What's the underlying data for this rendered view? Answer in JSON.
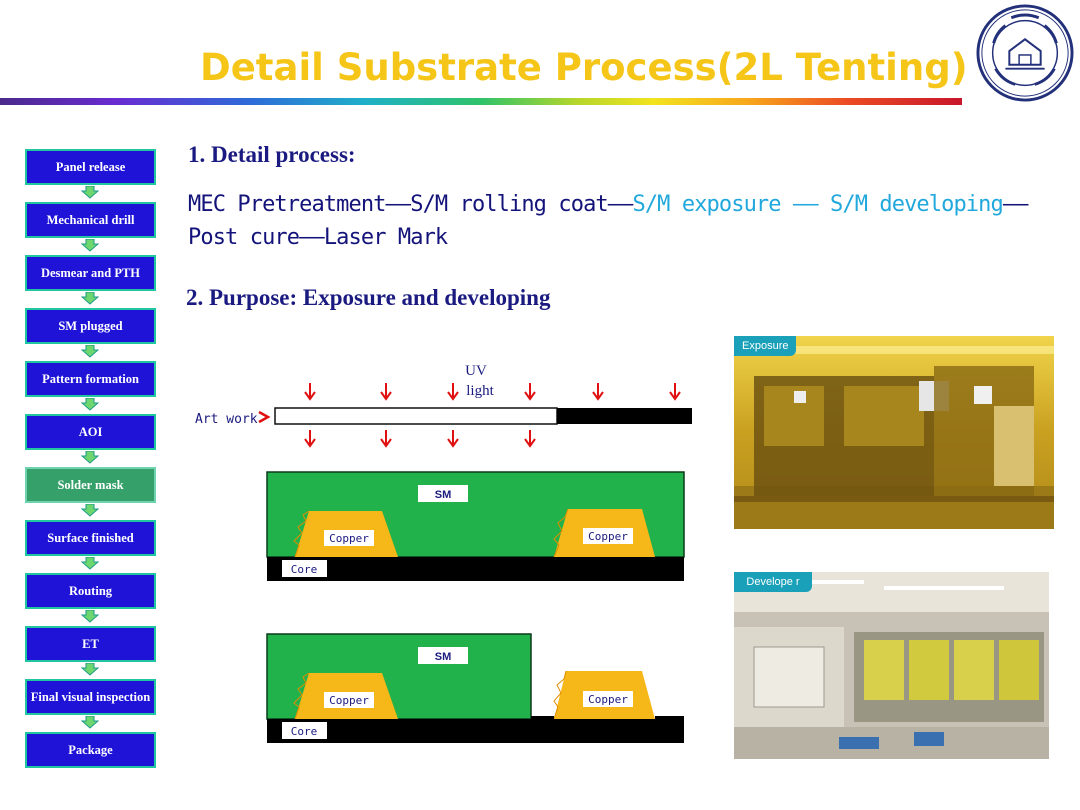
{
  "title": "Detail Substrate Process(2L Tenting)",
  "flow": [
    "Panel release",
    "Mechanical drill",
    "Desmear and PTH",
    "SM plugged",
    "Pattern formation",
    "AOI",
    "Solder mask",
    "Surface finished",
    "Routing",
    "ET",
    "Final visual inspection",
    "Package"
  ],
  "active_step": "Solder mask",
  "section1": {
    "heading": "1. Detail process:",
    "steps": [
      "MEC Pretreatment",
      "S/M rolling coat",
      "S/M exposure",
      "S/M developing",
      "Post cure",
      "Laser Mark"
    ]
  },
  "section2": {
    "heading": "2. Purpose: Exposure and developing"
  },
  "diagram": {
    "uv_label_1": "UV",
    "uv_label_2": "light",
    "artwork_label": "Art work",
    "sm_label": "SM",
    "copper_label": "Copper",
    "core_label": "Core"
  },
  "photos": {
    "exposure_label": "Exposure",
    "developer_label": "Develope r"
  },
  "colors": {
    "title": "#f5c518",
    "flow_box": "#1f13d8",
    "flow_active": "#35a06a",
    "solder_mask": "#22b24c",
    "copper": "#f6b718",
    "uv_arrow": "#e01010",
    "highlight_text": "#21a8dc"
  }
}
